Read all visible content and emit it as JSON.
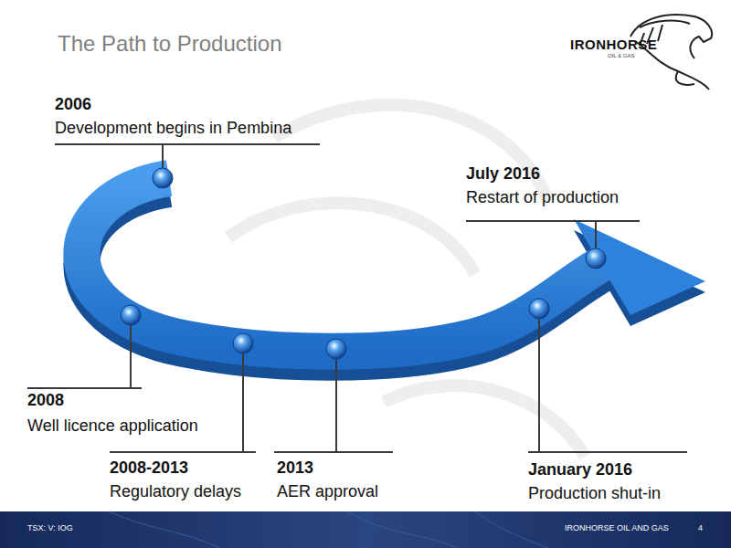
{
  "diagram": {
    "title": "The Path to Production",
    "labels": [
      "2006",
      "Development begins in Pembina",
      "July 2016",
      "Restart of production",
      "2008",
      "Well licence application",
      "2008-2013",
      "Regulatory delays",
      "2013",
      "AER approval",
      "January 2016",
      "Production shut-in",
      "IRONHORSE",
      "OIL & GAS",
      "TSX: V: IOG",
      "IRONHORSE OIL AND GAS",
      "4"
    ]
  }
}
